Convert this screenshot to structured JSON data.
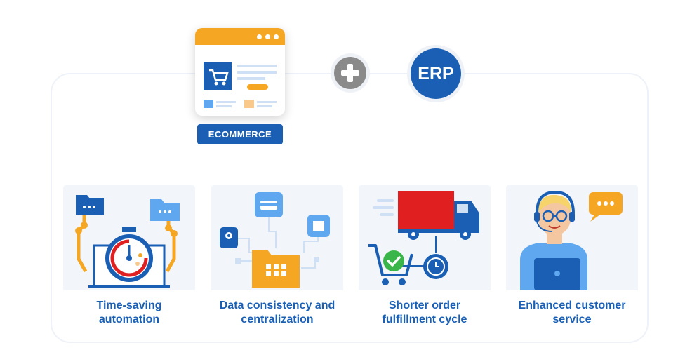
{
  "top": {
    "ecommerce_label": "ECOMMERCE",
    "erp_label": "ERP"
  },
  "benefits": [
    {
      "label": "Time-saving automation",
      "icon": "stopwatch-robot-icon"
    },
    {
      "label": "Data consistency and centralization",
      "icon": "data-folder-network-icon"
    },
    {
      "label": "Shorter order fulfillment cycle",
      "icon": "delivery-truck-cart-icon"
    },
    {
      "label": "Enhanced customer service",
      "icon": "support-agent-icon"
    }
  ],
  "colors": {
    "primary_blue": "#1a5fb4",
    "light_blue": "#5fa8f0",
    "orange": "#f5a623",
    "red": "#e02020",
    "green": "#3ab54a",
    "grey": "#8a8a8a"
  }
}
